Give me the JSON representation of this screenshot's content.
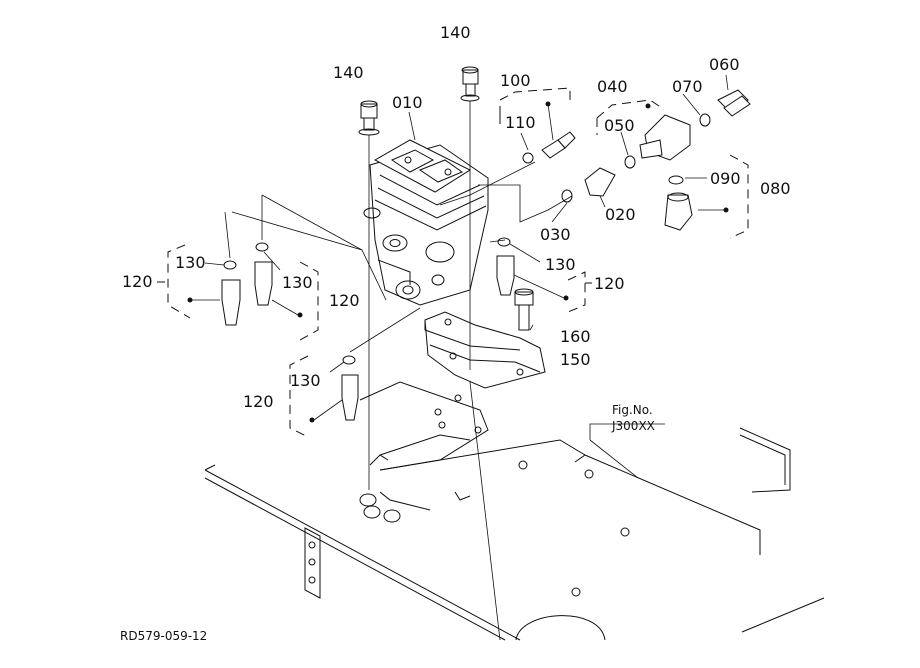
{
  "diagram": {
    "callouts": {
      "c140a": "140",
      "c140b": "140",
      "c010": "010",
      "c100": "100",
      "c110": "110",
      "c040": "040",
      "c070": "070",
      "c060": "060",
      "c050": "050",
      "c090": "090",
      "c080": "080",
      "c020": "020",
      "c030": "030",
      "c130a": "130",
      "c130b": "130",
      "c120a": "120",
      "c120b": "120",
      "c130c": "130",
      "c120c": "120",
      "c160": "160",
      "c150": "150",
      "c130d": "130",
      "c120d": "120"
    },
    "figure_ref_label": "Fig.No.",
    "figure_ref_number": "J300XX",
    "drawing_id": "RD579-059-12"
  }
}
